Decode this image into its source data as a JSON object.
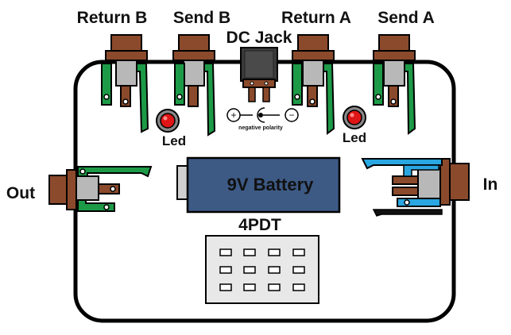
{
  "labels": {
    "return_b": "Return B",
    "send_b": "Send B",
    "dc_jack": "DC Jack",
    "return_a": "Return A",
    "send_a": "Send A",
    "led_left": "Led",
    "led_right": "Led",
    "battery": "9V Battery",
    "switch": "4PDT",
    "out": "Out",
    "in": "In",
    "polarity": "negative polarity",
    "plus": "+",
    "minus": "−"
  },
  "colors": {
    "enclosure": "#000000",
    "jack_body": "#8b4a2b",
    "jack_green": "#1d9a47",
    "jack_blue": "#2aa6e0",
    "battery": "#3d5a85",
    "led": "#e01515",
    "switch": "#e8e8e8",
    "dc_jack": "#3a3a3a"
  }
}
